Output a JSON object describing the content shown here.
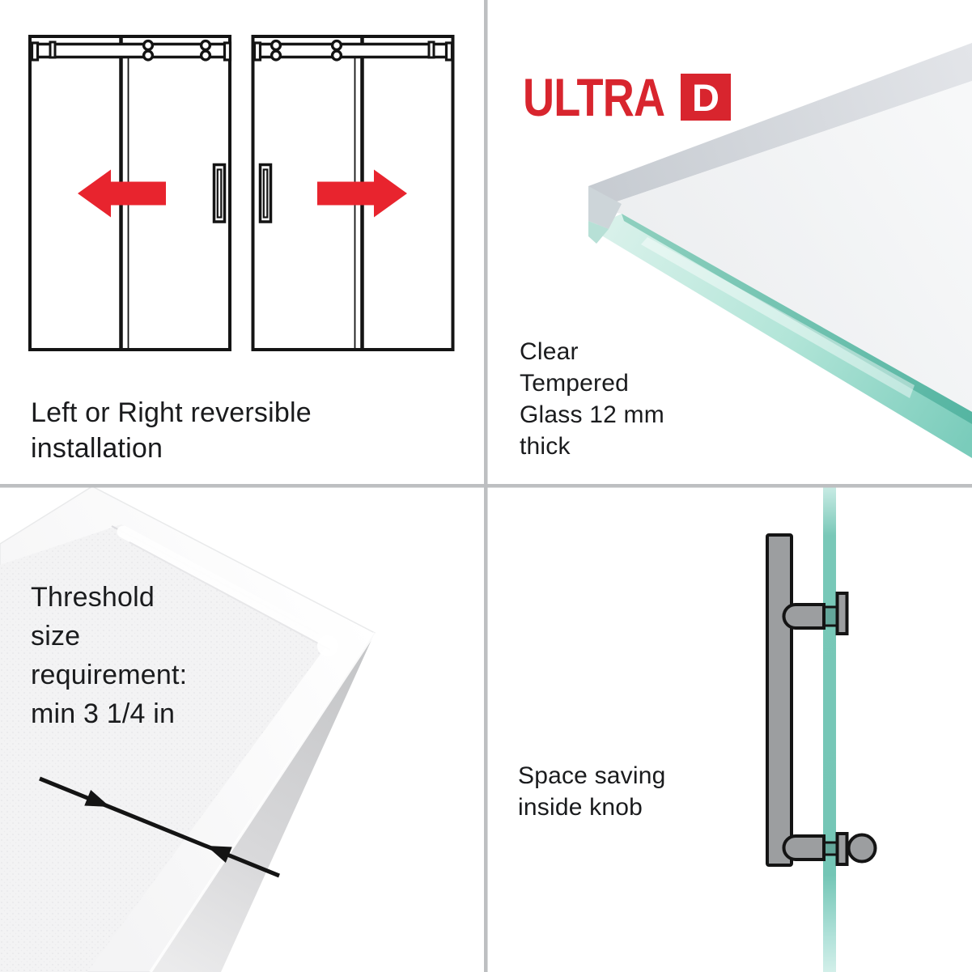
{
  "title": "Shower door product features infographic",
  "brand": {
    "name": "ULTRA",
    "suffix": "D"
  },
  "colors": {
    "accent_red": "#d8252e",
    "arrow_red": "#e8242e",
    "teal": "#74c6b6",
    "teal_connector": "#63a69a",
    "handle_gray": "#9c9ea0",
    "outline": "#141414",
    "divider": "#bdbfc1",
    "text": "#1a1b1d"
  },
  "features": [
    {
      "id": "reversible-installation",
      "quadrant": "top-left",
      "lines": [
        "Left or Right reversible",
        "installation"
      ]
    },
    {
      "id": "tempered-glass",
      "quadrant": "top-right",
      "lines": [
        "Clear",
        "Tempered",
        "Glass 12 mm",
        "thick"
      ]
    },
    {
      "id": "threshold-size",
      "quadrant": "bottom-left",
      "lines": [
        "Threshold",
        "size",
        "requirement:",
        "min 3 1/4 in"
      ]
    },
    {
      "id": "inside-knob",
      "quadrant": "bottom-right",
      "lines": [
        "Space saving",
        "inside knob"
      ]
    }
  ]
}
